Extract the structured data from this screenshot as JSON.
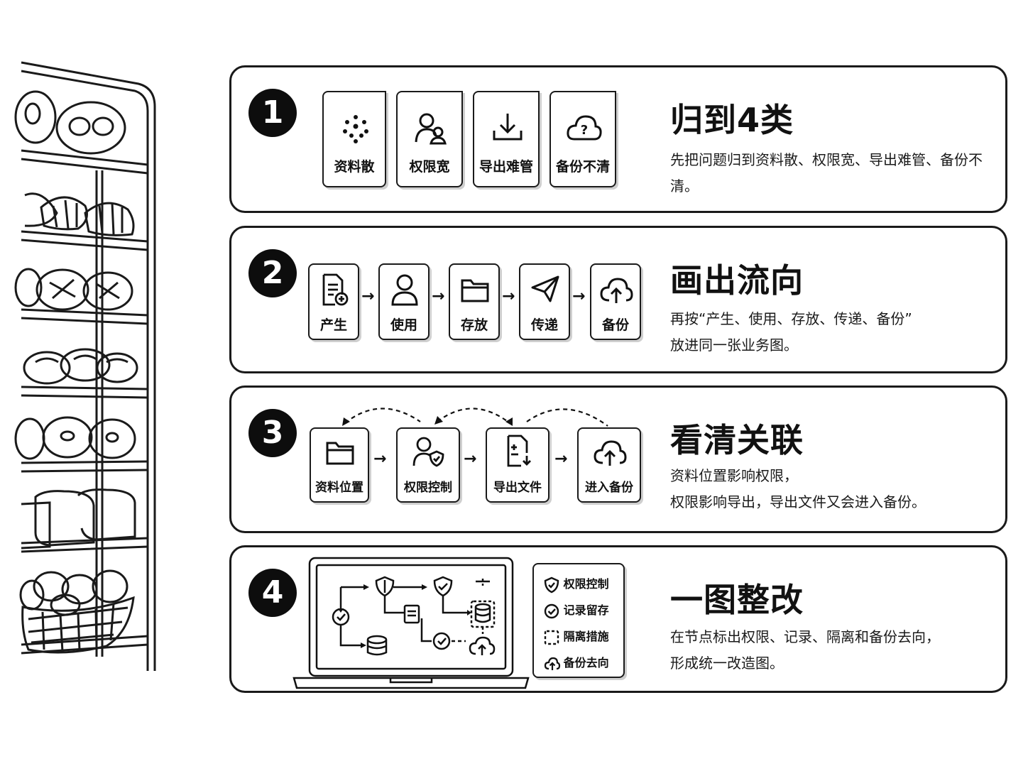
{
  "steps": [
    {
      "number": "1",
      "title": "归到4类",
      "desc_lines": [
        "先把问题归到资料散、权限宽、导出难管、备份不清。"
      ],
      "cards": [
        {
          "label": "资料散",
          "icon": "scatter-dots-icon"
        },
        {
          "label": "权限宽",
          "icon": "user-group-icon"
        },
        {
          "label": "导出难管",
          "icon": "download-tray-icon"
        },
        {
          "label": "备份不清",
          "icon": "cloud-question-icon"
        }
      ]
    },
    {
      "number": "2",
      "title": "画出流向",
      "desc_lines": [
        "再按“产生、使用、存放、传递、备份”",
        "放进同一张业务图。"
      ],
      "cards": [
        {
          "label": "产生",
          "icon": "document-add-icon"
        },
        {
          "label": "使用",
          "icon": "user-icon"
        },
        {
          "label": "存放",
          "icon": "folder-icon"
        },
        {
          "label": "传递",
          "icon": "paper-plane-icon"
        },
        {
          "label": "备份",
          "icon": "cloud-upload-icon"
        }
      ]
    },
    {
      "number": "3",
      "title": "看清关联",
      "desc_lines": [
        "资料位置影响权限，",
        "权限影响导出，导出文件又会进入备份。"
      ],
      "cards": [
        {
          "label": "资料位置",
          "icon": "folder-icon"
        },
        {
          "label": "权限控制",
          "icon": "user-shield-icon"
        },
        {
          "label": "导出文件",
          "icon": "document-export-icon"
        },
        {
          "label": "进入备份",
          "icon": "cloud-upload-icon"
        }
      ]
    },
    {
      "number": "4",
      "title": "一图整改",
      "desc_lines": [
        "在节点标出权限、记录、隔离和备份去向，",
        "形成统一改造图。"
      ],
      "legend": [
        {
          "label": "权限控制",
          "icon": "shield-check-icon"
        },
        {
          "label": "记录留存",
          "icon": "circle-check-icon"
        },
        {
          "label": "隔离措施",
          "icon": "dashed-square-icon"
        },
        {
          "label": "备份去向",
          "icon": "cloud-upload-icon"
        }
      ]
    }
  ],
  "colors": {
    "ink": "#111111",
    "panel_border": "#1a1a1a",
    "background": "#ffffff"
  }
}
